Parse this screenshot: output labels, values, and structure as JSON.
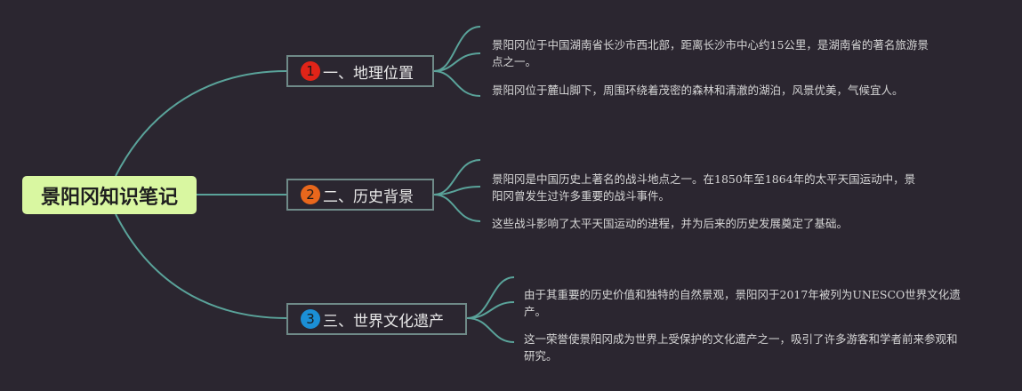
{
  "theme": {
    "background": "#2b2630",
    "root_fill": "#d9f7a1",
    "connector_color": "#5aa39a",
    "topic_border": "#6f8a88",
    "topic_text": "#e8e8e8",
    "detail_text": "#d6d6d6"
  },
  "root": {
    "title": "景阳冈知识笔记"
  },
  "topics": [
    {
      "number": "1",
      "badge_color": "#e02418",
      "badge_icon": "numbered-circle",
      "label": "一、地理位置",
      "details": [
        "景阳冈位于中国湖南省长沙市西北部，距离长沙市中心约15公里，是湖南省的著名旅游景点之一。",
        "景阳冈位于麓山脚下，周围环绕着茂密的森林和清澈的湖泊，风景优美，气候宜人。"
      ]
    },
    {
      "number": "2",
      "badge_color": "#e8671c",
      "badge_icon": "numbered-circle",
      "label": "二、历史背景",
      "details": [
        "景阳冈是中国历史上著名的战斗地点之一。在1850年至1864年的太平天国运动中，景阳冈曾发生过许多重要的战斗事件。",
        "这些战斗影响了太平天国运动的进程，并为后来的历史发展奠定了基础。"
      ]
    },
    {
      "number": "3",
      "badge_color": "#1b8fd6",
      "badge_icon": "numbered-circle",
      "label": "三、世界文化遗产",
      "details": [
        "由于其重要的历史价值和独特的自然景观，景阳冈于2017年被列为UNESCO世界文化遗产。",
        "这一荣誉使景阳冈成为世界上受保护的文化遗产之一，吸引了许多游客和学者前来参观和研究。"
      ]
    }
  ]
}
